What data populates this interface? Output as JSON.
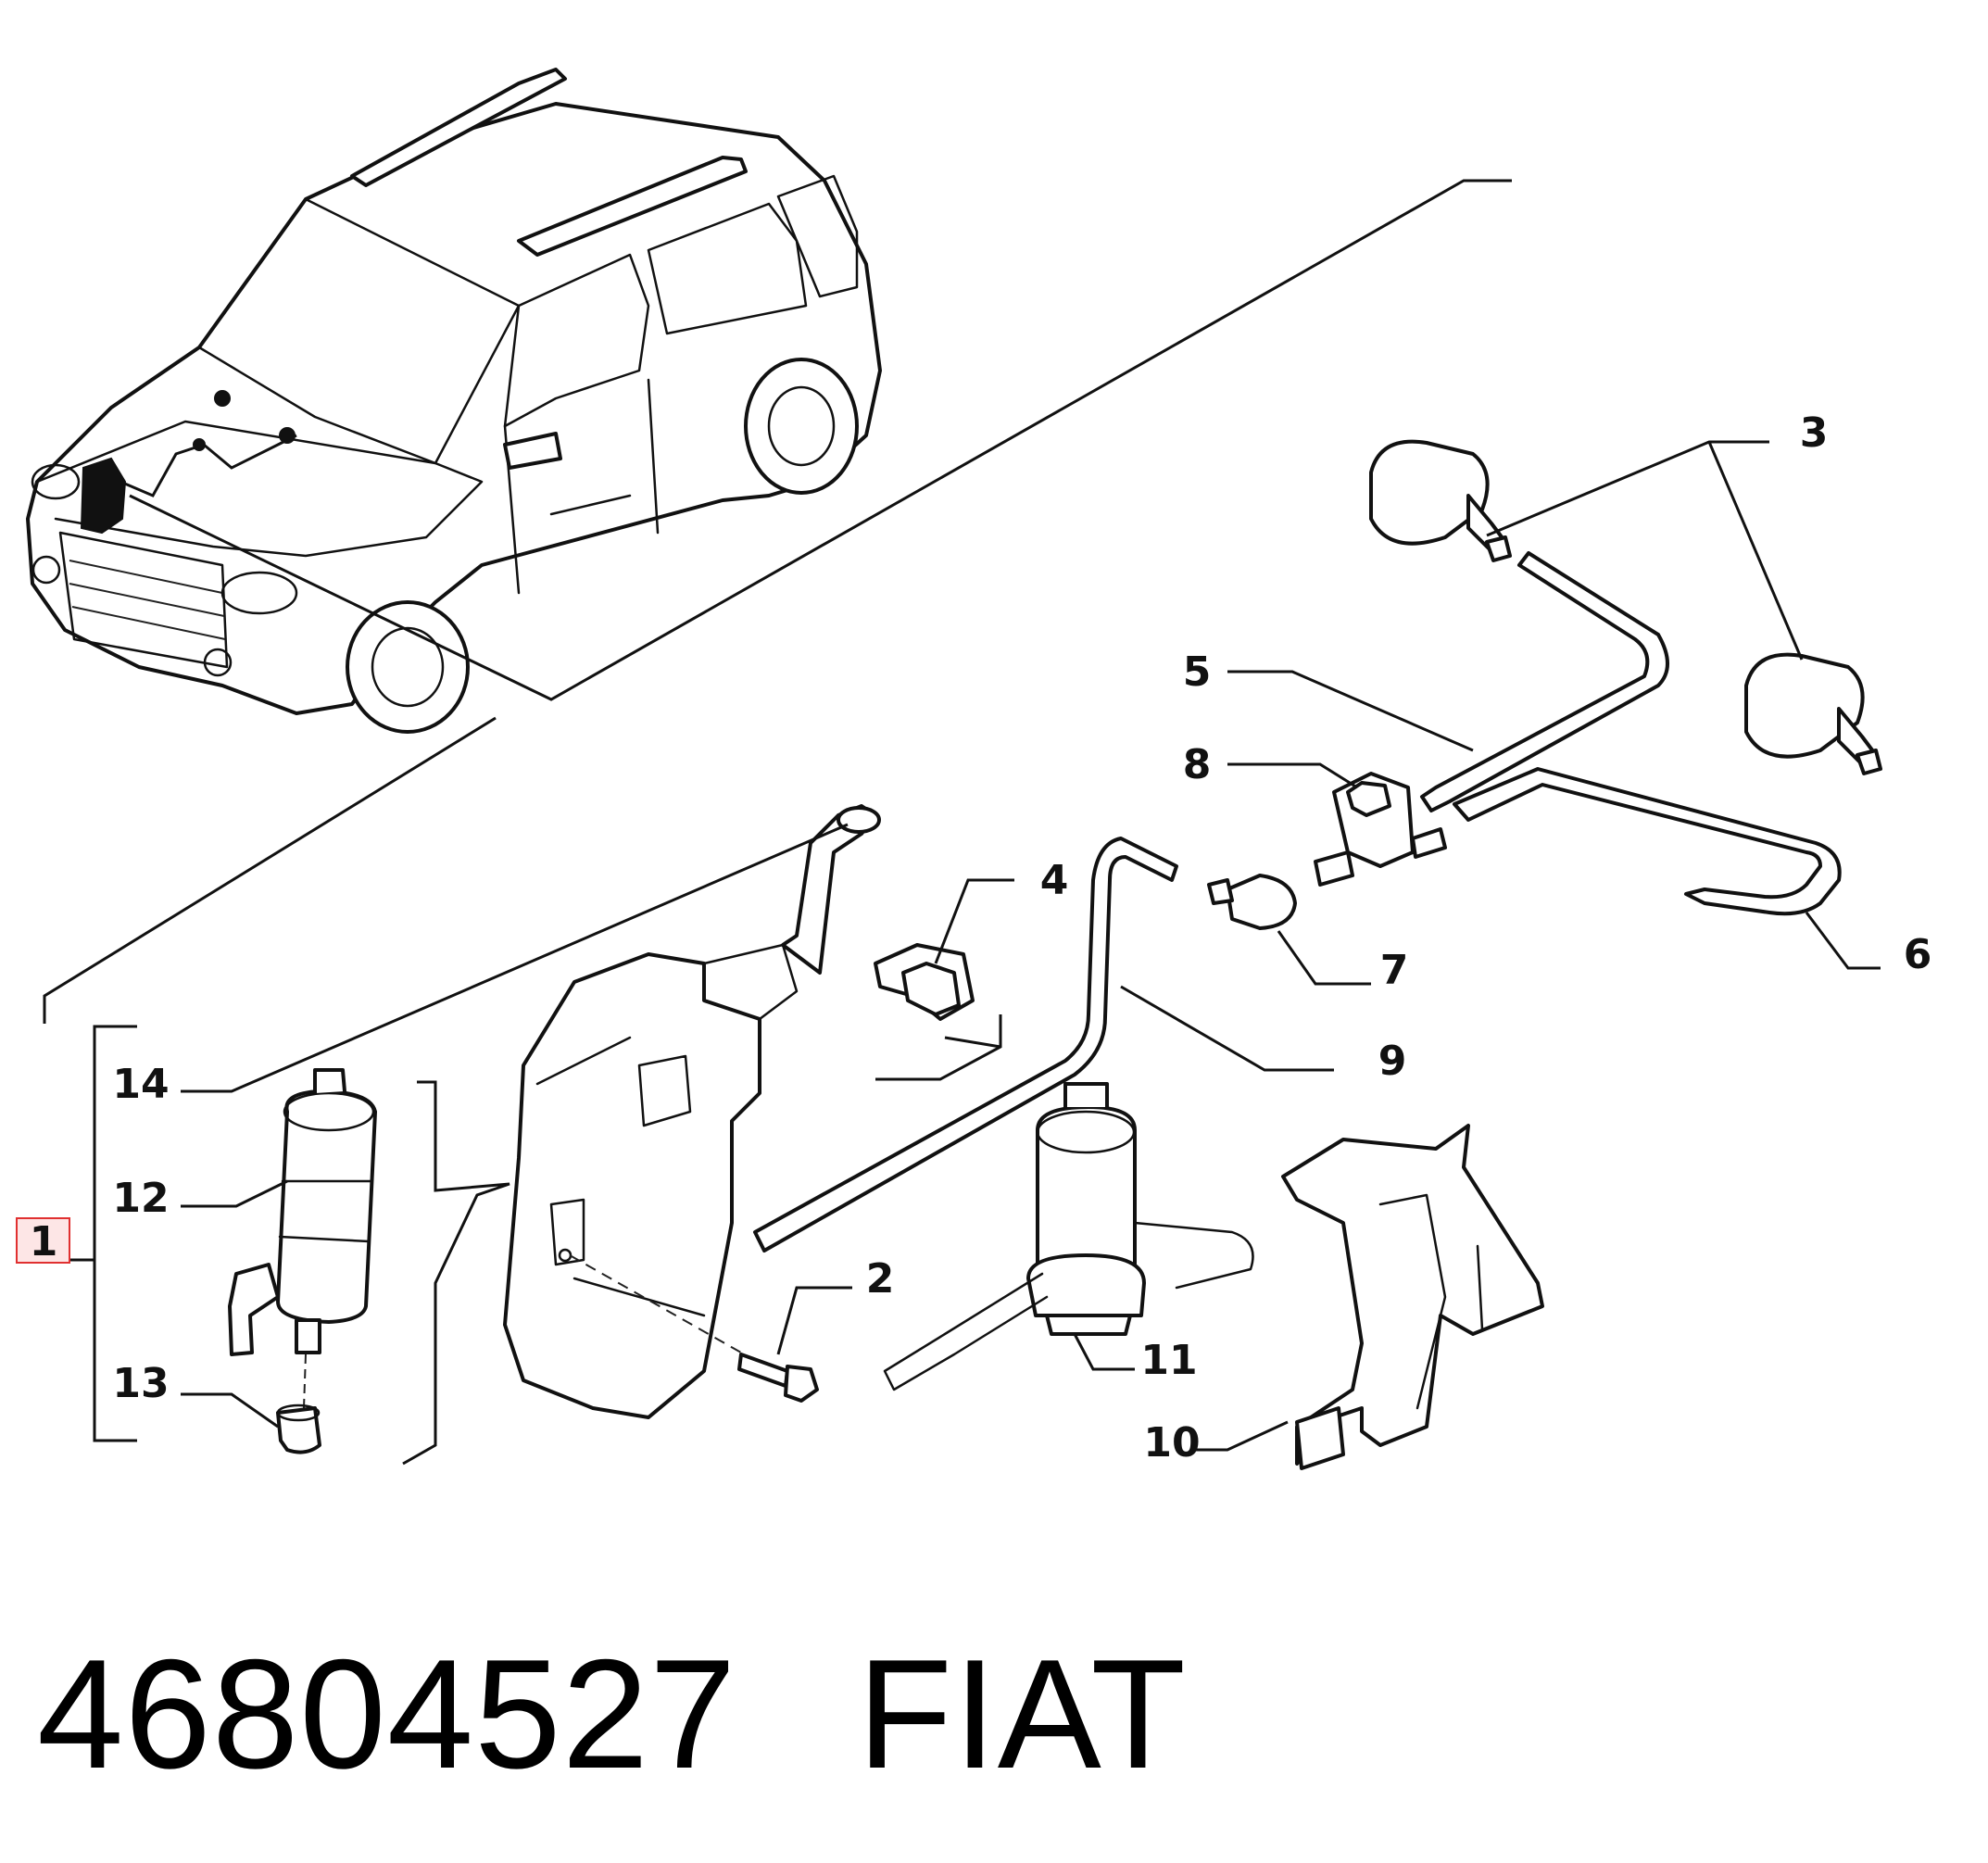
{
  "diagram": {
    "callouts": [
      {
        "id": "1",
        "label": "1"
      },
      {
        "id": "2",
        "label": "2"
      },
      {
        "id": "3",
        "label": "3"
      },
      {
        "id": "4",
        "label": "4"
      },
      {
        "id": "5",
        "label": "5"
      },
      {
        "id": "6",
        "label": "6"
      },
      {
        "id": "7",
        "label": "7"
      },
      {
        "id": "8",
        "label": "8"
      },
      {
        "id": "9",
        "label": "9"
      },
      {
        "id": "10",
        "label": "10"
      },
      {
        "id": "11",
        "label": "11"
      },
      {
        "id": "12",
        "label": "12"
      },
      {
        "id": "13",
        "label": "13"
      },
      {
        "id": "14",
        "label": "14"
      }
    ],
    "highlighted_callout": "1",
    "highlight_color": "#e03030",
    "highlight_fill": "#fde6e6"
  },
  "footer": {
    "part_number": "46804527",
    "brand": "FIAT"
  }
}
